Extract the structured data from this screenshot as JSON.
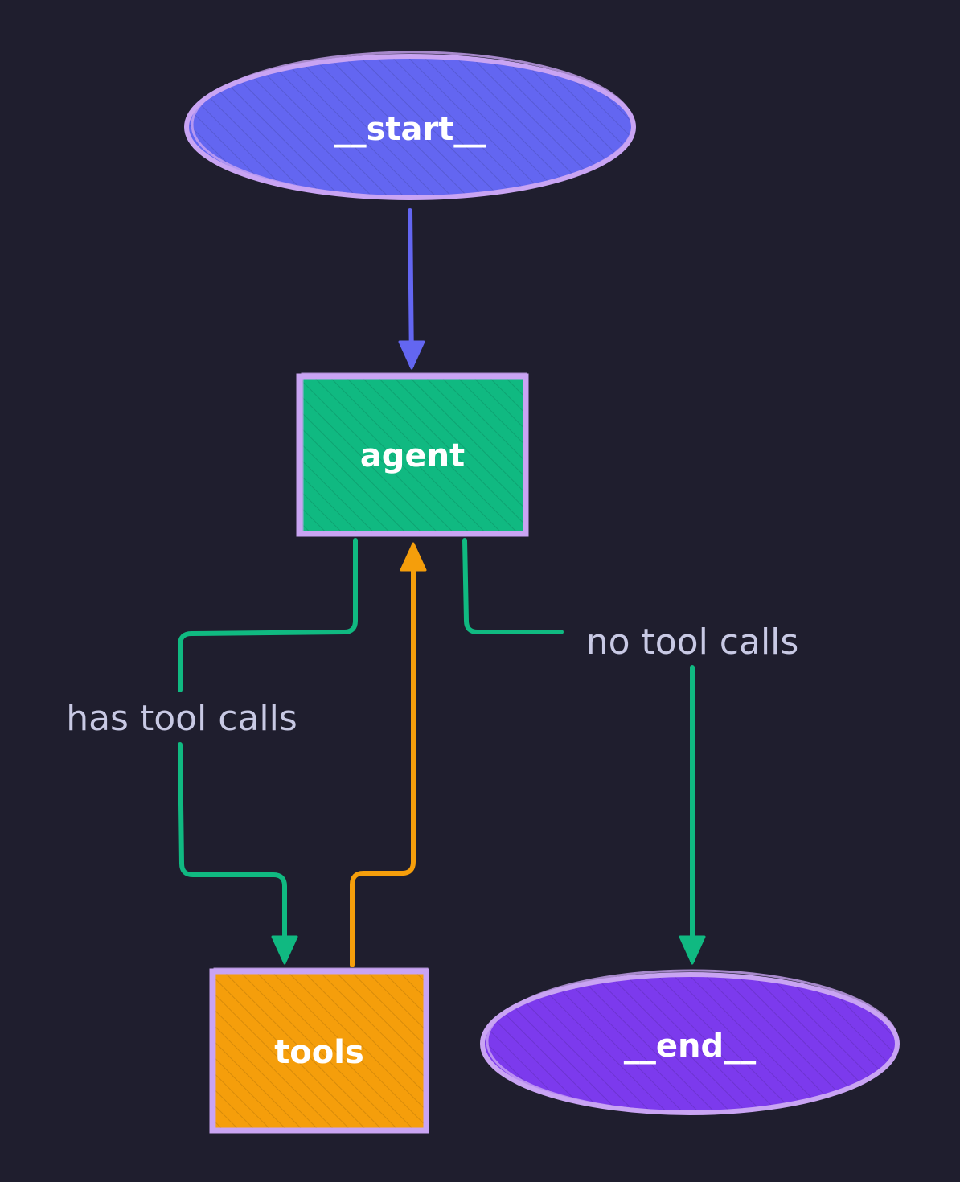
{
  "diagram": {
    "colors": {
      "background": "#1f1e2e",
      "outline": "#c9a4f3",
      "start_fill": "#6366f1",
      "end_fill": "#7c3aed",
      "agent_fill": "#10b981",
      "tools_fill": "#f59e0b",
      "edge_start": "#6366f1",
      "edge_agent": "#10b981",
      "edge_tools": "#f59e0b",
      "edge_label": "#c8c9e4"
    },
    "nodes": {
      "start": "__start__",
      "agent": "agent",
      "tools": "tools",
      "end": "__end__"
    },
    "edges": {
      "has_tool_calls": "has tool calls",
      "no_tool_calls": "no tool calls"
    }
  }
}
